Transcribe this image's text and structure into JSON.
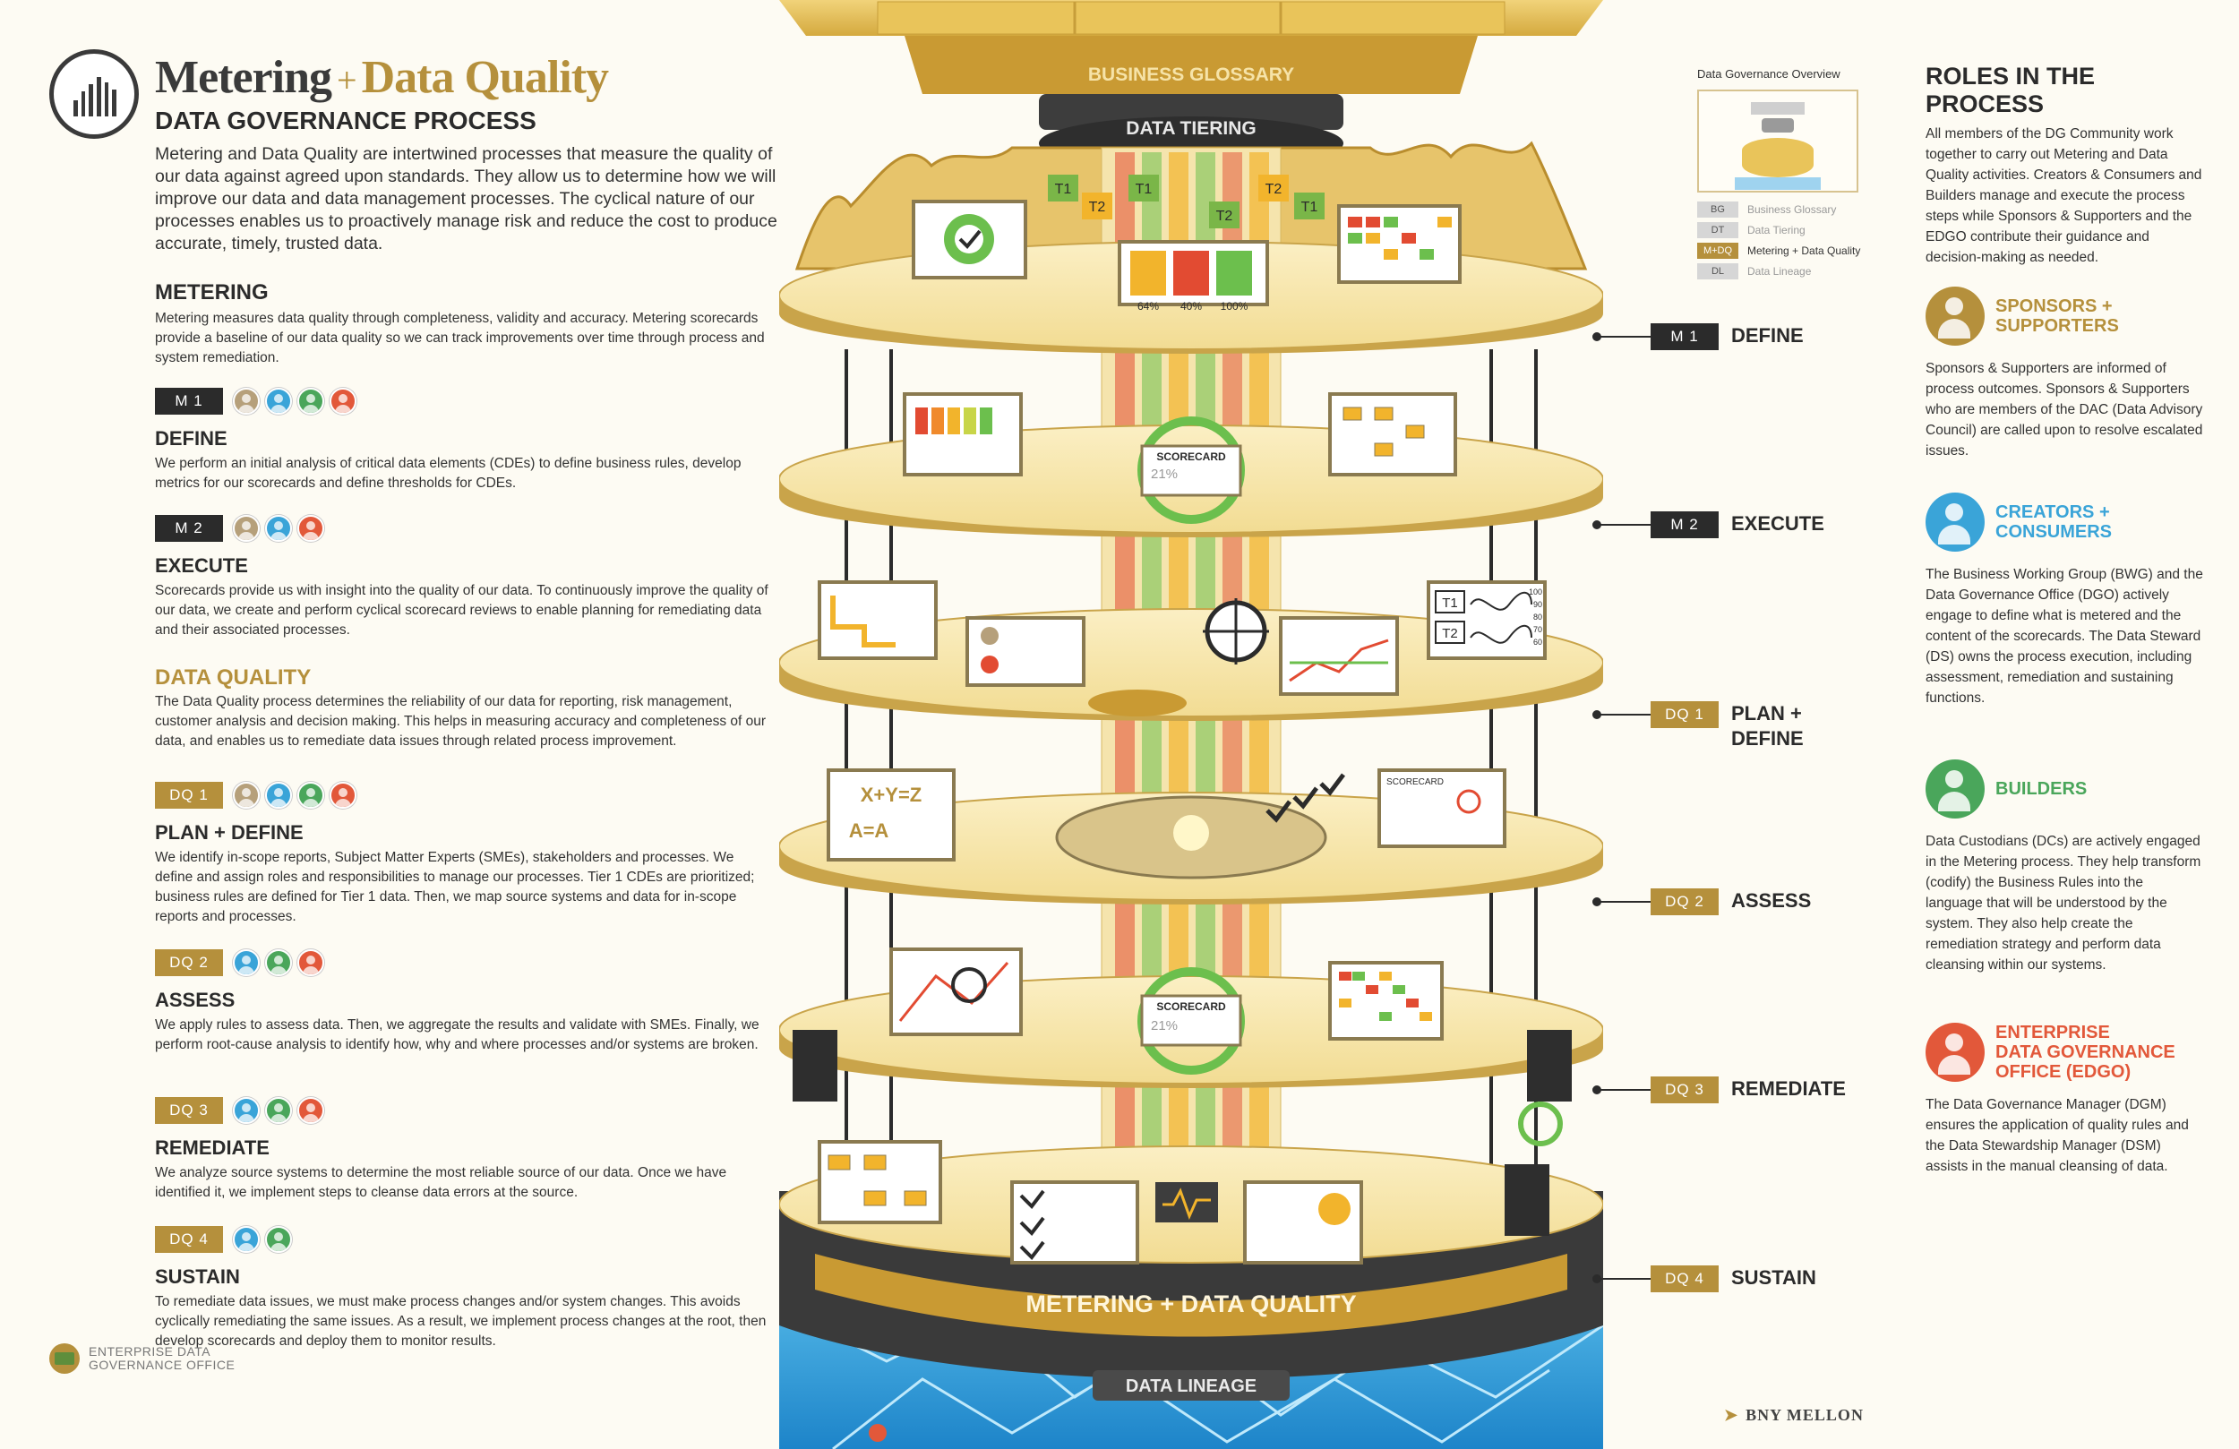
{
  "header": {
    "title_part1": "Metering",
    "title_plus": "+",
    "title_part2": "Data Quality",
    "subtitle": "DATA GOVERNANCE PROCESS",
    "intro": "Metering and Data Quality are intertwined processes that measure the quality of our data against agreed upon standards. They allow us to determine how we will improve our data and data management processes. The cyclical nature of our processes enables us to proactively manage risk and reduce the cost to produce accurate, timely, trusted data."
  },
  "metering": {
    "heading": "METERING",
    "text": "Metering measures data quality through completeness, validity and accuracy. Metering scorecards provide a baseline of our data quality so we can track improvements over time through process and system remediation."
  },
  "data_quality": {
    "heading": "DATA QUALITY",
    "text": "The Data Quality process determines the reliability of our data for reporting, risk management, customer analysis and decision making. This helps in measuring accuracy and completeness of our data, and enables us to remediate data issues through related process improvement."
  },
  "steps": [
    {
      "code": "M 1",
      "name": "DEFINE",
      "text": "We perform an initial analysis of critical data elements (CDEs) to define business rules, develop metrics for our scorecards and define thresholds for CDEs."
    },
    {
      "code": "M 2",
      "name": "EXECUTE",
      "text": "Scorecards provide us with insight into the quality of our data. To continuously improve the quality of our data, we create and perform cyclical scorecard reviews to enable planning for remediating data and their associated processes."
    },
    {
      "code": "DQ 1",
      "name": "PLAN + DEFINE",
      "text": "We identify in-scope reports, Subject Matter Experts (SMEs), stakeholders and processes. We define and assign roles and responsibilities to manage our processes. Tier 1 CDEs are prioritized; business rules are defined for Tier 1 data. Then, we map source systems and data for in-scope reports and processes."
    },
    {
      "code": "DQ 2",
      "name": "ASSESS",
      "text": "We apply rules to assess data. Then, we aggregate the results and validate with SMEs. Finally, we perform root-cause analysis to identify how, why and where processes and/or systems are broken."
    },
    {
      "code": "DQ 3",
      "name": "REMEDIATE",
      "text": "We analyze source systems to determine the most reliable source of our data. Once we have identified it, we implement steps to cleanse data errors at the source."
    },
    {
      "code": "DQ 4",
      "name": "SUSTAIN",
      "text": "To remediate data issues, we must make process changes and/or system changes. This avoids cyclically remediating the same issues. As a result, we implement process changes at the root, then develop scorecards and deploy them to monitor results."
    }
  ],
  "tower": {
    "top_label": "BUSINESS GLOSSARY",
    "tiering_label": "DATA TIERING",
    "base_label": "METERING + DATA QUALITY",
    "lineage_label": "DATA LINEAGE",
    "tier_tags": [
      "T1",
      "T2",
      "T1",
      "T2",
      "T2",
      "T1"
    ],
    "scorecard_label": "SCORECARD",
    "scorecard_pct": "21%",
    "gauge_values": [
      "64%",
      "40%",
      "100%"
    ],
    "equation1": "X+Y=Z",
    "equation2": "A=A",
    "chart_t1": "T1",
    "chart_t2": "T2",
    "chart_scale": [
      "100",
      "90",
      "80",
      "70",
      "60"
    ]
  },
  "level_labels": [
    {
      "code": "M 1",
      "name": "DEFINE"
    },
    {
      "code": "M 2",
      "name": "EXECUTE"
    },
    {
      "code": "DQ 1",
      "name": "PLAN +\nDEFINE"
    },
    {
      "code": "DQ 2",
      "name": "ASSESS"
    },
    {
      "code": "DQ 3",
      "name": "REMEDIATE"
    },
    {
      "code": "DQ 4",
      "name": "SUSTAIN"
    }
  ],
  "overview": {
    "title": "Data Governance Overview",
    "rows": [
      {
        "key": "BG",
        "label": "Business Glossary",
        "active": false
      },
      {
        "key": "DT",
        "label": "Data Tiering",
        "active": false
      },
      {
        "key": "M+DQ",
        "label": "Metering + Data Quality",
        "active": true
      },
      {
        "key": "DL",
        "label": "Data Lineage",
        "active": false
      }
    ]
  },
  "roles_panel": {
    "heading": "ROLES IN THE PROCESS",
    "intro": "All members of the DG Community work together to carry out Metering and Data Quality activities. Creators & Consumers and Builders manage and execute the process steps while Sponsors & Supporters and the EDGO contribute their guidance and decision-making as needed.",
    "roles": [
      {
        "name": "SPONSORS +\nSUPPORTERS",
        "color": "#b5903c",
        "text": "Sponsors & Supporters are informed of process outcomes. Sponsors & Supporters who are members of the DAC (Data Advisory Council) are called upon to resolve escalated issues."
      },
      {
        "name": "CREATORS +\nCONSUMERS",
        "color": "#3aa4d8",
        "text": "The Business Working Group (BWG) and the Data Governance Office (DGO) actively engage to define what is metered and the content of the scorecards. The Data Steward (DS) owns the process execution, including assessment, remediation and sustaining functions."
      },
      {
        "name": "BUILDERS",
        "color": "#4aa65b",
        "text": "Data Custodians (DCs) are actively engaged in the Metering process. They help transform (codify) the Business Rules into the language that will be understood by the system. They also help create the remediation strategy and perform data cleansing within our systems."
      },
      {
        "name": "ENTERPRISE\nDATA GOVERNANCE\nOFFICE (EDGO)",
        "color": "#e2583a",
        "text": "The Data Governance Manager (DGM) ensures the application of quality rules and the Data Stewardship Manager (DSM) assists in the manual cleansing of data."
      }
    ]
  },
  "footer": {
    "edgo_line1": "ENTERPRISE DATA",
    "edgo_line2": "GOVERNANCE OFFICE",
    "bny": "BNY MELLON"
  },
  "colors": {
    "gold": "#b5903c",
    "dark": "#2b2b2b",
    "sponsors": "#b5903c",
    "creators": "#3aa4d8",
    "builders": "#4aa65b",
    "edgo": "#e2583a"
  }
}
